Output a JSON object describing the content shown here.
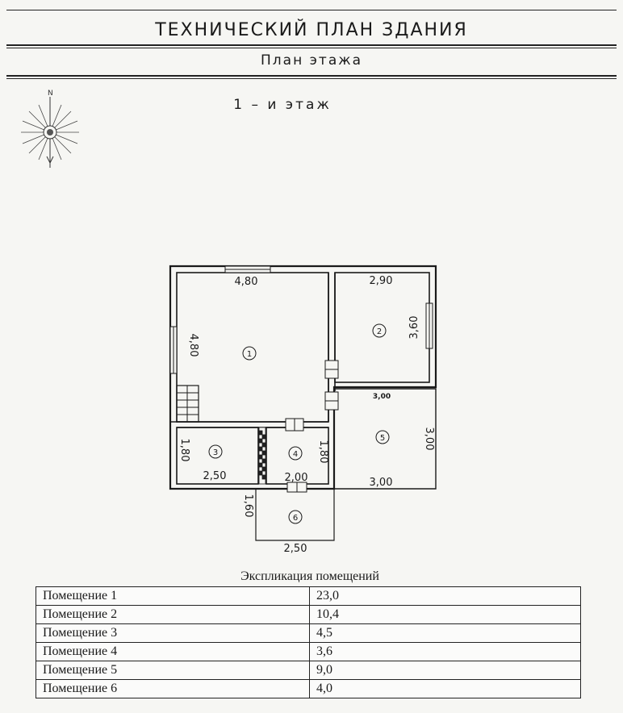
{
  "header": {
    "title": "ТЕХНИЧЕСКИЙ ПЛАН ЗДАНИЯ",
    "subtitle": "План этажа",
    "floor": "1 – и этаж"
  },
  "compass": {
    "label": "N"
  },
  "plan": {
    "rooms": [
      "1",
      "2",
      "3",
      "4",
      "5",
      "6"
    ],
    "dimensions": {
      "room1_width": "4,80",
      "room1_height": "4,80",
      "room2_width": "2,90",
      "room2_height": "3,60",
      "room5_top": "3,00",
      "room5_side": "3,00",
      "room5_bottom": "3,00",
      "room3_height": "1,80",
      "room3_width": "2,50",
      "room4_height": "1,80",
      "room4_width": "2,00",
      "room6_height": "1,60",
      "room6_width": "2,50"
    }
  },
  "explication": {
    "title": "Экспликация помещений",
    "rows": [
      {
        "name": "Помещение 1",
        "area": "23,0"
      },
      {
        "name": "Помещение 2",
        "area": "10,4"
      },
      {
        "name": "Помещение 3",
        "area": "4,5"
      },
      {
        "name": "Помещение 4",
        "area": "3,6"
      },
      {
        "name": "Помещение 5",
        "area": "9,0"
      },
      {
        "name": "Помещение 6",
        "area": "4,0"
      }
    ]
  }
}
